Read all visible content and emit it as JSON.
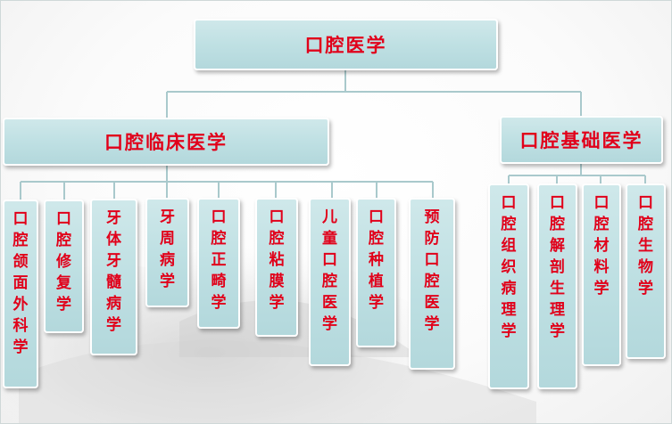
{
  "root": {
    "label": "口腔医学"
  },
  "branches": [
    {
      "label": "口腔临床医学",
      "children": [
        "口腔颌面外科学",
        "口腔修复学",
        "牙体牙髓病学",
        "牙周病学",
        "口腔正畸学",
        "口腔粘膜学",
        "儿童口腔医学",
        "口腔种植学",
        "预防口腔医学"
      ]
    },
    {
      "label": "口腔基础医学",
      "children": [
        "口腔组织病理学",
        "口腔解剖生理学",
        "口腔材料学",
        "口腔生物学"
      ]
    }
  ],
  "colors": {
    "box_fill": "#bfe0e3",
    "text": "#e1001a",
    "line": "#a9c9cc"
  }
}
